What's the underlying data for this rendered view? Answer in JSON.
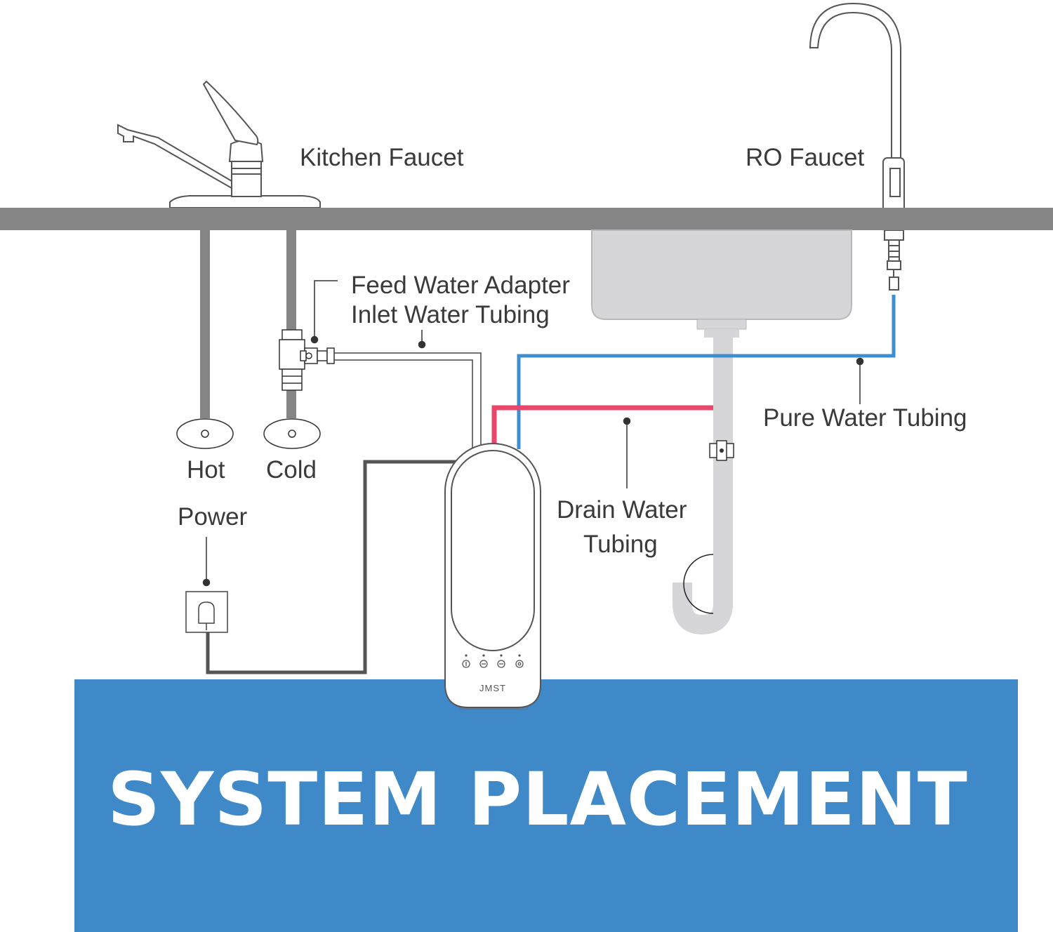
{
  "labels": {
    "kitchen_faucet": "Kitchen Faucet",
    "ro_faucet": "RO Faucet",
    "feed_water_adapter": "Feed Water Adapter",
    "inlet_water_tubing": "Inlet Water Tubing",
    "pure_water_tubing": "Pure Water Tubing",
    "drain_water_line1": "Drain Water",
    "drain_water_line2": "Tubing",
    "hot": "Hot",
    "cold": "Cold",
    "power": "Power"
  },
  "unit": {
    "brand": "JMST",
    "button_icons": [
      "power-icon",
      "minus-icon",
      "minus-icon",
      "gear-icon"
    ]
  },
  "banner": {
    "title": "SYSTEM PLACEMENT"
  },
  "colors": {
    "countertop": "#858585",
    "banner": "#4089c8",
    "pure_water_tubing": "#3d8fcf",
    "drain_water_tubing": "#e8476b",
    "power_cable": "#555555",
    "sink": "#d6d6d8"
  }
}
